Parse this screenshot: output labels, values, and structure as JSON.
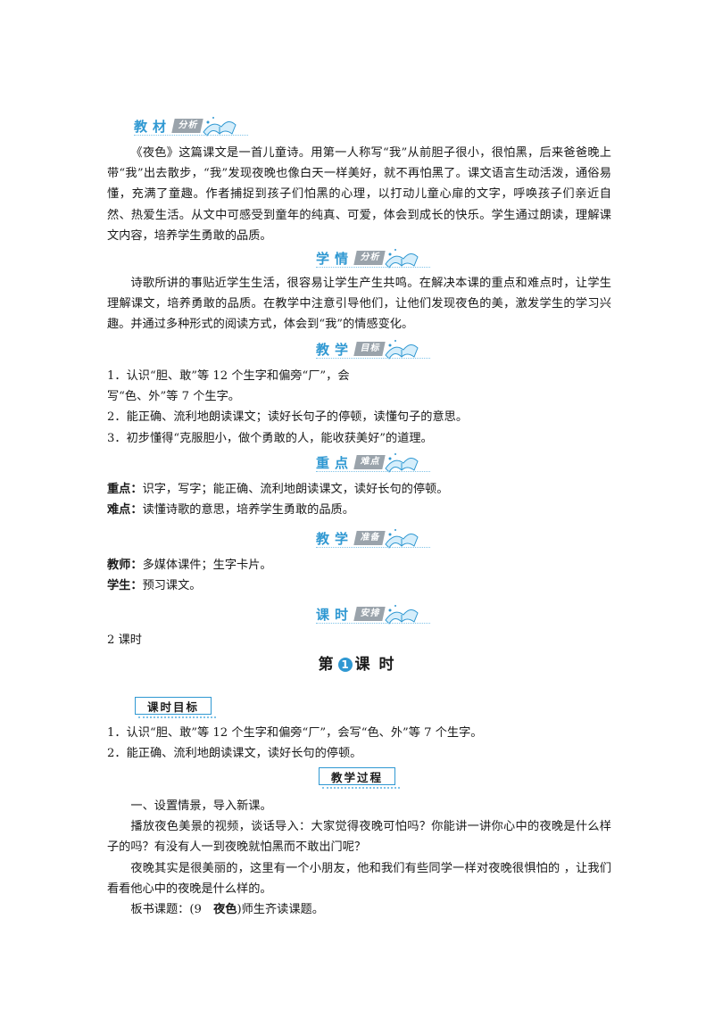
{
  "sections": {
    "jiaocai": {
      "main": "教材",
      "sub": "分析"
    },
    "xueqing": {
      "main": "学情",
      "sub": "分析"
    },
    "mubiao": {
      "main": "教学",
      "sub": "目标"
    },
    "zhongdian": {
      "main": "重点",
      "sub": "难点"
    },
    "zhunbei": {
      "main": "教学",
      "sub": "准备"
    },
    "anpai": {
      "main": "课时",
      "sub": "安排"
    }
  },
  "jiaocai_text": "《夜色》这篇课文是一首儿童诗。用第一人称写“我”从前胆子很小，很怕黑，后来爸爸晚上带“我”出去散步，“我”发现夜晚也像白天一样美好，就不再怕黑了。课文语言生动活泼，通俗易懂，充满了童趣。作者捕捉到孩子们怕黑的心理，以打动儿童心扉的文字，呼唤孩子们亲近自然、热爱生活。从文中可感受到童年的纯真、可爱，体会到成长的快乐。学生通过朗读，理解课文内容，培养学生勇敢的品质。",
  "xueqing_text": "诗歌所讲的事贴近学生生活，很容易让学生产生共鸣。在解决本课的重点和难点时，让学生理解课文，培养勇敢的品质。在教学中注意引导他们，让他们发现夜色的美，激发学生的学习兴趣。并通过多种形式的阅读方式，体会到“我”的情感变化。",
  "mubiao_lines": [
    "1．认识“胆、敢”等 12 个生字和偏旁“厂”，会",
    "写“色、外”等 7 个生字。",
    "2．能正确、流利地朗读课文；读好长句子的停顿，读懂句子的意思。",
    "3．初步懂得“克服胆小，做个勇敢的人，能收获美好”的道理。"
  ],
  "zhongdian": {
    "key_label": "重点：",
    "key_text": "识字，写字；能正确、流利地朗读课文，读好长句的停顿。",
    "hard_label": "难点：",
    "hard_text": "读懂诗歌的意思，培养学生勇敢的品质。"
  },
  "zhunbei": {
    "teacher_label": "教师：",
    "teacher_text": "多媒体课件；生字卡片。",
    "student_label": "学生：",
    "student_text": "预习课文。"
  },
  "anpai_text": "2 课时",
  "lesson_title": {
    "prefix": "第",
    "num": "1",
    "suffix": "课 时"
  },
  "keshi_mubiao": {
    "tag": "课时目标",
    "lines": [
      "1．认识“胆、敢”等 12 个生字和偏旁“厂”，会写“色、外”等 7 个生字。",
      "2．能正确、流利地朗读课文，读好长句的停顿。"
    ]
  },
  "guocheng": {
    "tag": "教学过程",
    "step1": "一、设置情景，导入新课。",
    "p1": "播放夜色美景的视频，谈话导入：大家觉得夜晚可怕吗？你能讲一讲你心中的夜晚是什么样子的吗？有没有人一到夜晚就怕黑而不敢出门呢？",
    "p2": "夜晚其实是很美丽的，这里有一个小朋友，他和我们有些同学一样对夜晚很惧怕的 ，让我们看看他心中的夜晚是什么样的。",
    "p3_prefix": "板书课题：(9　",
    "p3_bold": "夜色",
    "p3_suffix": ")师生齐读课题。"
  },
  "colors": {
    "accent": "#2f98d2",
    "sub_bg": "#9aa3ab",
    "dots": "#7fc3e8"
  },
  "icons": [
    "flying-book-icon"
  ]
}
